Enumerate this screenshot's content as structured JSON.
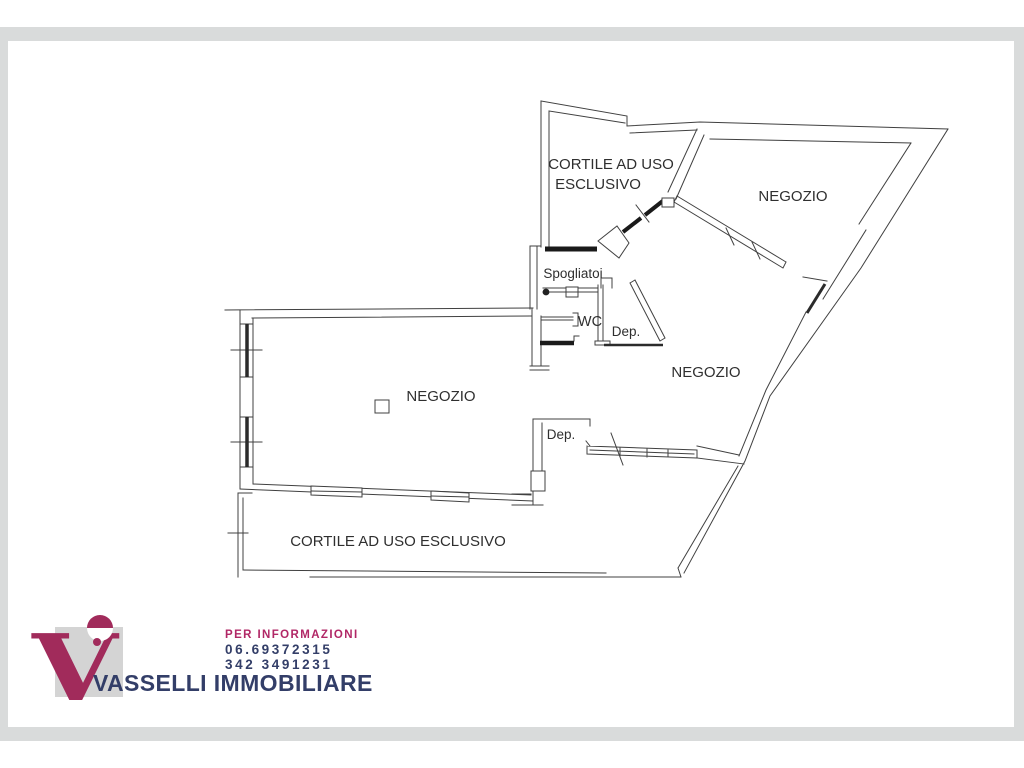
{
  "page": {
    "background": "#ffffff",
    "frame_color": "#d9dbdb"
  },
  "floor_plan": {
    "line_color": "#404040",
    "door_color": "#1a1a1a",
    "labels": {
      "courtyard_top_line1": "CORTILE AD USO",
      "courtyard_top_line2": "ESCLUSIVO",
      "negozio_top_right": "NEGOZIO",
      "negozio_center": "NEGOZIO",
      "negozio_left": "NEGOZIO",
      "spogliatoi": "Spogliatoi",
      "wc": "WC",
      "dep_upper": "Dep.",
      "dep_lower": "Dep.",
      "courtyard_bottom": "CORTILE AD USO ESCLUSIVO"
    }
  },
  "footer": {
    "logo": {
      "letter": "V",
      "company": "VASSELLI IMMOBILIARE",
      "accent_color": "#a12b5b",
      "navy_color": "#333e68",
      "square_color": "#d4d4d4"
    },
    "contact": {
      "heading": "PER INFORMAZIONI",
      "phone1": "06.69372315",
      "phone2": "342 3491231"
    }
  }
}
